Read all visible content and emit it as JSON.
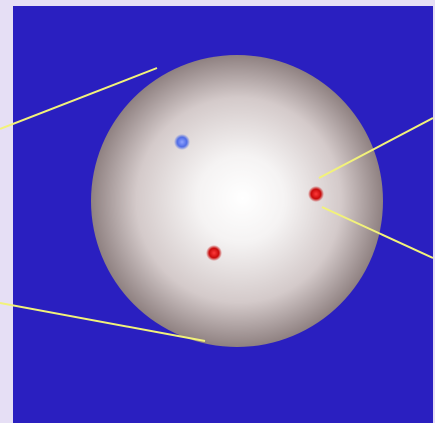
{
  "colors": {
    "page_background": "#E6DFF5",
    "panel_background": "#2A1FC0",
    "sphere_highlight": "#FFFFFF",
    "sphere_shadow": "#8F8181",
    "leader_line": "#F2F27A",
    "dot_blue": "#4F6CE6",
    "dot_red": "#C80A0A"
  },
  "sphere": {
    "shape": "shaded-sphere"
  },
  "markers": [
    {
      "name": "blue-dot",
      "color_key": "dot_blue"
    },
    {
      "name": "red-dot-right",
      "color_key": "dot_red"
    },
    {
      "name": "red-dot-lower",
      "color_key": "dot_red"
    }
  ],
  "leader_lines": [
    {
      "name": "leader-line-upper-left"
    },
    {
      "name": "leader-line-lower-left"
    },
    {
      "name": "leader-line-upper-right"
    },
    {
      "name": "leader-line-lower-right"
    }
  ]
}
